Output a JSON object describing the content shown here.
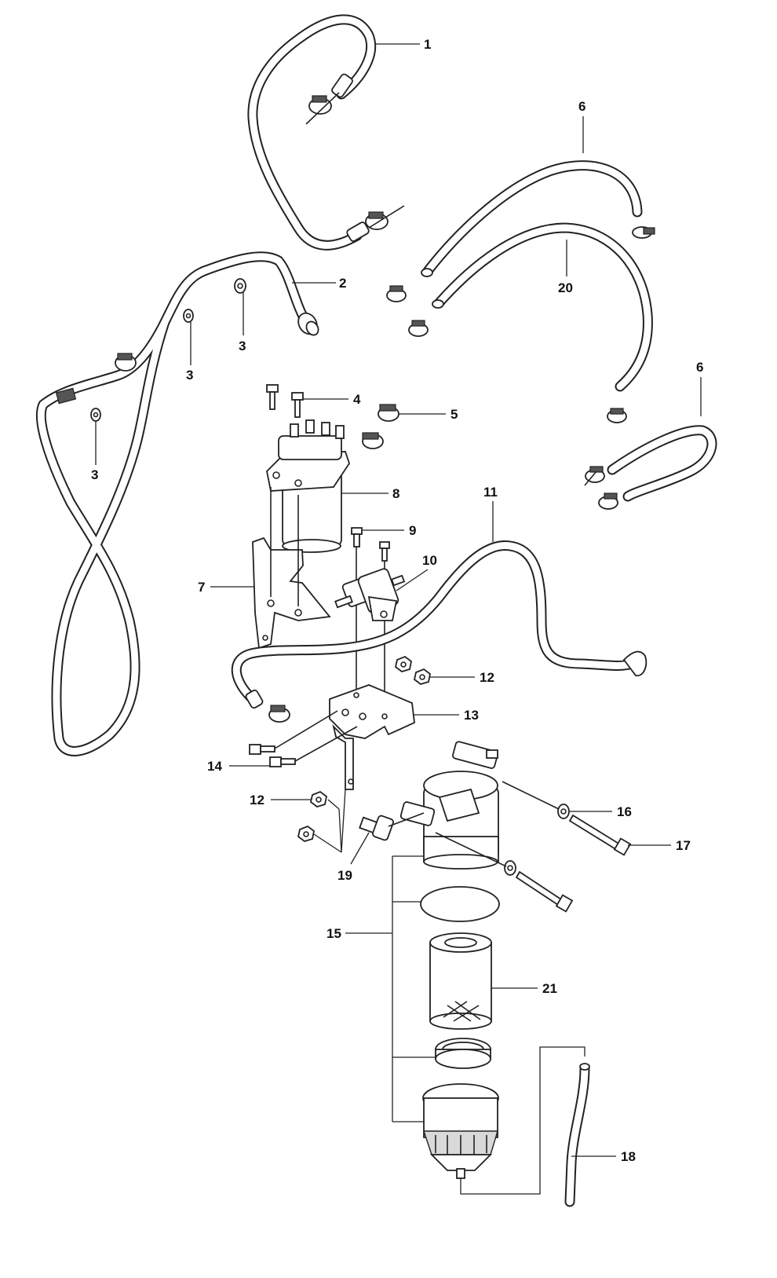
{
  "callouts": [
    {
      "id": "c1",
      "label": "1"
    },
    {
      "id": "c2",
      "label": "2"
    },
    {
      "id": "c3a",
      "label": "3"
    },
    {
      "id": "c3b",
      "label": "3"
    },
    {
      "id": "c3c",
      "label": "3"
    },
    {
      "id": "c4",
      "label": "4"
    },
    {
      "id": "c5",
      "label": "5"
    },
    {
      "id": "c6a",
      "label": "6"
    },
    {
      "id": "c6b",
      "label": "6"
    },
    {
      "id": "c7",
      "label": "7"
    },
    {
      "id": "c8",
      "label": "8"
    },
    {
      "id": "c9",
      "label": "9"
    },
    {
      "id": "c10",
      "label": "10"
    },
    {
      "id": "c11",
      "label": "11"
    },
    {
      "id": "c12a",
      "label": "12"
    },
    {
      "id": "c12b",
      "label": "12"
    },
    {
      "id": "c13",
      "label": "13"
    },
    {
      "id": "c14",
      "label": "14"
    },
    {
      "id": "c15",
      "label": "15"
    },
    {
      "id": "c16",
      "label": "16"
    },
    {
      "id": "c17",
      "label": "17"
    },
    {
      "id": "c18",
      "label": "18"
    },
    {
      "id": "c19",
      "label": "19"
    },
    {
      "id": "c20",
      "label": "20"
    },
    {
      "id": "c21",
      "label": "21"
    }
  ]
}
